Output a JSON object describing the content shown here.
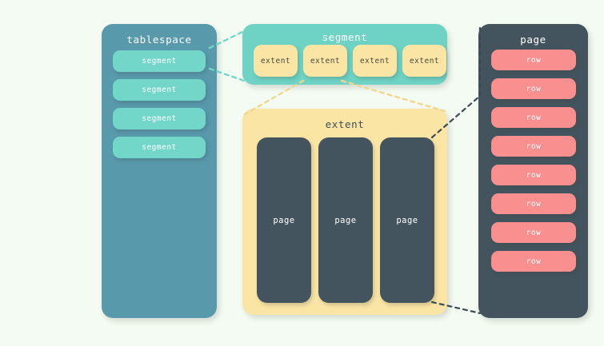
{
  "diagram": {
    "type": "nested-containers",
    "background_color": "#f4fbf2",
    "title_note": "database storage hierarchy: tablespace > segment > extent > page > row"
  },
  "tablespace": {
    "label": "tablespace",
    "color": "#5899ac",
    "child_color": "#72d6c9",
    "children": [
      {
        "label": "segment"
      },
      {
        "label": "segment"
      },
      {
        "label": "segment"
      },
      {
        "label": "segment"
      }
    ]
  },
  "segment": {
    "label": "segment",
    "color": "#6ed3c4",
    "child_color": "#fbe5a4",
    "children": [
      {
        "label": "extent"
      },
      {
        "label": "extent"
      },
      {
        "label": "extent"
      },
      {
        "label": "extent"
      }
    ]
  },
  "extent": {
    "label": "extent",
    "color": "#fbe5a4",
    "child_color": "#44545e",
    "children": [
      {
        "label": "page"
      },
      {
        "label": "page"
      },
      {
        "label": "page"
      }
    ]
  },
  "page": {
    "label": "page",
    "color": "#44545e",
    "child_color": "#fa8f8f",
    "children": [
      {
        "label": "row"
      },
      {
        "label": "row"
      },
      {
        "label": "row"
      },
      {
        "label": "row"
      },
      {
        "label": "row"
      },
      {
        "label": "row"
      },
      {
        "label": "row"
      },
      {
        "label": "row"
      }
    ]
  },
  "connectors": [
    {
      "from": "tablespace-segment-1",
      "to": "segment-container",
      "color": "#72d6c9",
      "style": "dashed"
    },
    {
      "from": "segment-extent-2",
      "to": "extent-container",
      "color": "#f0d898",
      "style": "dashed"
    },
    {
      "from": "extent-page-3",
      "to": "page-container",
      "color": "#3c4a52",
      "style": "dashed"
    }
  ]
}
